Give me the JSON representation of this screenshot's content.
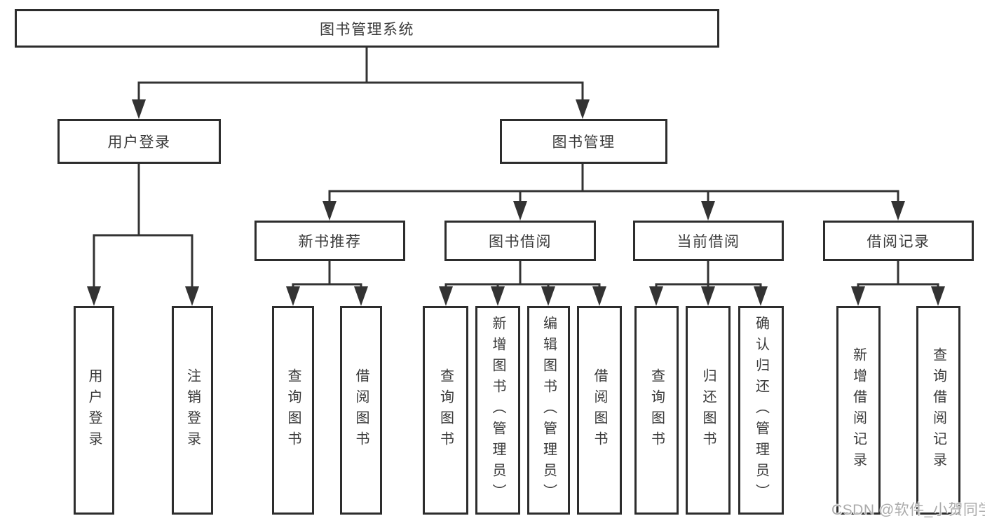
{
  "nodes": {
    "root": {
      "label": "图书管理系统"
    },
    "user_login": {
      "label": "用户登录",
      "children": {
        "login": {
          "label": "用户登录"
        },
        "logout": {
          "label": "注销登录"
        }
      }
    },
    "book_management": {
      "label": "图书管理",
      "children": {
        "new_book_recommend": {
          "label": "新书推荐",
          "children": {
            "query_book": {
              "label": "查询图书"
            },
            "borrow_book": {
              "label": "借阅图书"
            }
          }
        },
        "book_borrow": {
          "label": "图书借阅",
          "children": {
            "query_book": {
              "label": "查询图书"
            },
            "add_book": {
              "label": "新增图书（管理员）"
            },
            "edit_book": {
              "label": "编辑图书（管理员）"
            },
            "borrow_book": {
              "label": "借阅图书"
            }
          }
        },
        "current_borrow": {
          "label": "当前借阅",
          "children": {
            "query_book": {
              "label": "查询图书"
            },
            "return_book": {
              "label": "归还图书"
            },
            "confirm_return": {
              "label": "确认归还（管理员）"
            }
          }
        },
        "borrow_record": {
          "label": "借阅记录",
          "children": {
            "add_record": {
              "label": "新增借阅记录"
            },
            "query_record": {
              "label": "查询借阅记录"
            }
          }
        }
      }
    }
  },
  "watermark": {
    "text": "CSDN @软件_小贺同学"
  },
  "colors": {
    "box_border": "#2d2d2d",
    "connector": "#333333",
    "text": "#3a3a3a",
    "background": "#ffffff",
    "watermark": "#ababab"
  }
}
